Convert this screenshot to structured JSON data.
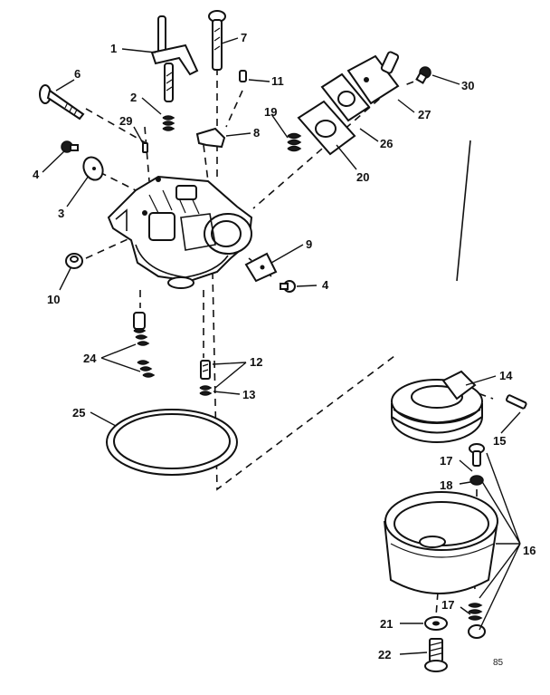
{
  "diagram": {
    "callouts": [
      {
        "id": "1",
        "text": "1"
      },
      {
        "id": "2",
        "text": "2"
      },
      {
        "id": "3",
        "text": "3"
      },
      {
        "id": "4a",
        "text": "4"
      },
      {
        "id": "4b",
        "text": "4"
      },
      {
        "id": "6",
        "text": "6"
      },
      {
        "id": "7",
        "text": "7"
      },
      {
        "id": "8",
        "text": "8"
      },
      {
        "id": "9",
        "text": "9"
      },
      {
        "id": "10",
        "text": "10"
      },
      {
        "id": "11",
        "text": "11"
      },
      {
        "id": "12",
        "text": "12"
      },
      {
        "id": "13",
        "text": "13"
      },
      {
        "id": "14",
        "text": "14"
      },
      {
        "id": "15",
        "text": "15"
      },
      {
        "id": "16",
        "text": "16"
      },
      {
        "id": "17a",
        "text": "17"
      },
      {
        "id": "17b",
        "text": "17"
      },
      {
        "id": "18",
        "text": "18"
      },
      {
        "id": "19",
        "text": "19"
      },
      {
        "id": "20",
        "text": "20"
      },
      {
        "id": "21",
        "text": "21"
      },
      {
        "id": "22",
        "text": "22"
      },
      {
        "id": "24",
        "text": "24"
      },
      {
        "id": "25",
        "text": "25"
      },
      {
        "id": "26",
        "text": "26"
      },
      {
        "id": "27",
        "text": "27"
      },
      {
        "id": "29",
        "text": "29"
      },
      {
        "id": "30",
        "text": "30"
      }
    ],
    "corner_code": "85"
  }
}
